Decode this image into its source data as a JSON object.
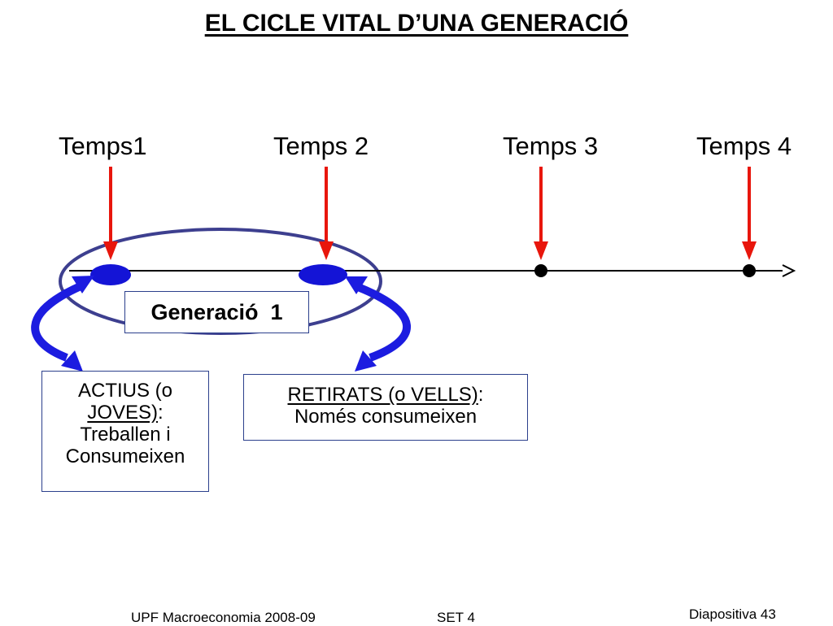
{
  "title": "EL CICLE VITAL D’UNA GENERACIÓ",
  "time_points": [
    "Temps1",
    "Temps 2",
    "Temps 3",
    "Temps 4"
  ],
  "generation_label": "Generació  1",
  "actius": {
    "line1": "ACTIUS (o",
    "line2_underlined": "JOVES)",
    "line2_suffix": ":",
    "line3": "Treballen i",
    "line4": "Consumeixen"
  },
  "retirats": {
    "line1_underlined": "RETIRATS (o VELLS)",
    "line1_suffix": ":",
    "line2": "Només consumeixen"
  },
  "footer": {
    "left": "UPF Macroeconomia 2008-09",
    "center": "SET 4",
    "right": "Diapositiva 43"
  },
  "colors": {
    "timeline": "#000000",
    "arrow_red": "#e8160c",
    "arrow_blue": "#1c1ce0",
    "ellipse": "#3d3f8f",
    "box_border": "#2b3f8c",
    "node_blue": "#1414d6"
  },
  "icons": [
    "red-down-arrow",
    "blue-curved-double-arrow",
    "timeline-arrowhead"
  ]
}
